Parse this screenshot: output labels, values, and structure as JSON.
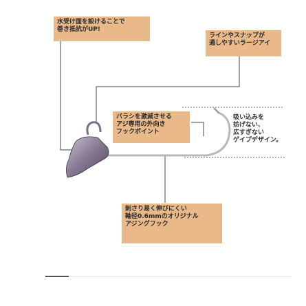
{
  "callouts": {
    "water_surface": {
      "lines": [
        "水受け面を設けることで",
        "巻き抵抗がUP!"
      ]
    },
    "line_snap": {
      "lines": [
        "ラインやスナップが",
        "通しやすいラージアイ"
      ]
    },
    "sag_reduce": {
      "lines": [
        "バラシを激減させる",
        "アジ専用の外向き",
        "フックポイント"
      ]
    },
    "hook_wire": {
      "lines": [
        "刺さり易く伸びにくい",
        "軸径0.6mmのオリジナル",
        "アジングフック"
      ]
    }
  },
  "side_note": {
    "lines": [
      "吸い込みを",
      "妨げない、",
      "広すぎない",
      "ゲイプデザイン。"
    ]
  },
  "colors": {
    "callout_bg": "#e9b98a",
    "head_body": "#8b7f98",
    "line": "#444444",
    "hook": "#b8b8b8"
  }
}
